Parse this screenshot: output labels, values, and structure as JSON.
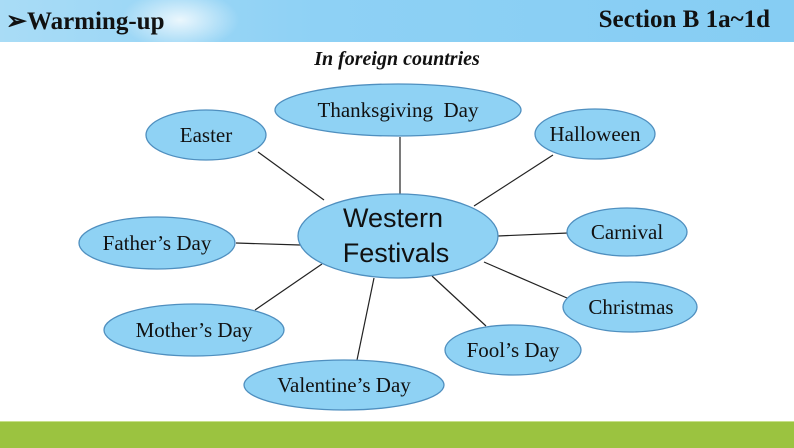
{
  "header": {
    "title": "➢Warming-up",
    "section": "Section B 1a~1d"
  },
  "subtitle": "In foreign countries",
  "diagram": {
    "center": {
      "line1": "Western",
      "line2": "Festivals"
    },
    "nodes": [
      "Thanksgiving  Day",
      "Easter",
      "Halloween",
      "Carnival",
      "Christmas",
      "Fool’s Day",
      "Valentine’s Day",
      "Mother’s Day",
      "Father’s Day"
    ],
    "colors": {
      "fill": "#8fd2f4",
      "stroke": "#4f8fbf",
      "line": "#222222"
    }
  }
}
